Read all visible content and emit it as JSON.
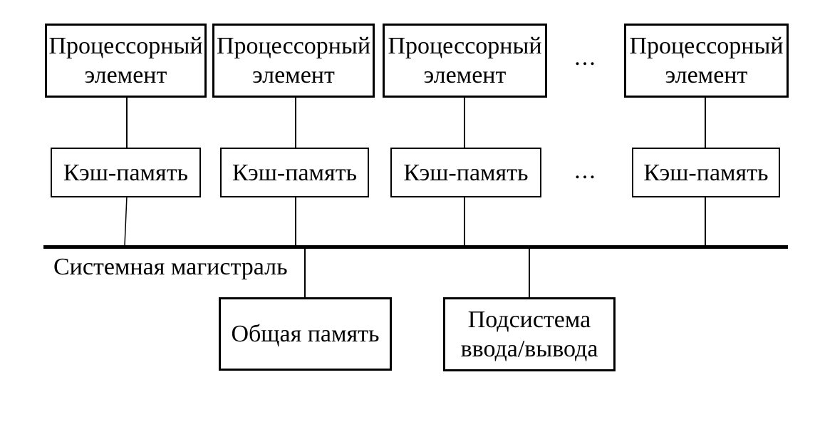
{
  "diagram": {
    "title_semantic": "Shared-memory multiprocessor architecture",
    "processors": [
      {
        "line1": "Процессорный",
        "line2": "элемент"
      },
      {
        "line1": "Процессорный",
        "line2": "элемент"
      },
      {
        "line1": "Процессорный",
        "line2": "элемент"
      },
      {
        "line1": "Процессорный",
        "line2": "элемент"
      }
    ],
    "caches": [
      {
        "label": "Кэш-память"
      },
      {
        "label": "Кэш-память"
      },
      {
        "label": "Кэш-память"
      },
      {
        "label": "Кэш-память"
      }
    ],
    "ellipsis_processors": "...",
    "ellipsis_caches": "...",
    "bus_label": "Системная магистраль",
    "shared_memory": {
      "label": "Общая память"
    },
    "io_subsystem": {
      "line1": "Подсистема",
      "line2": "ввода/вывода"
    },
    "colors": {
      "line": "#000000",
      "text": "#000000",
      "background": "#ffffff"
    }
  }
}
